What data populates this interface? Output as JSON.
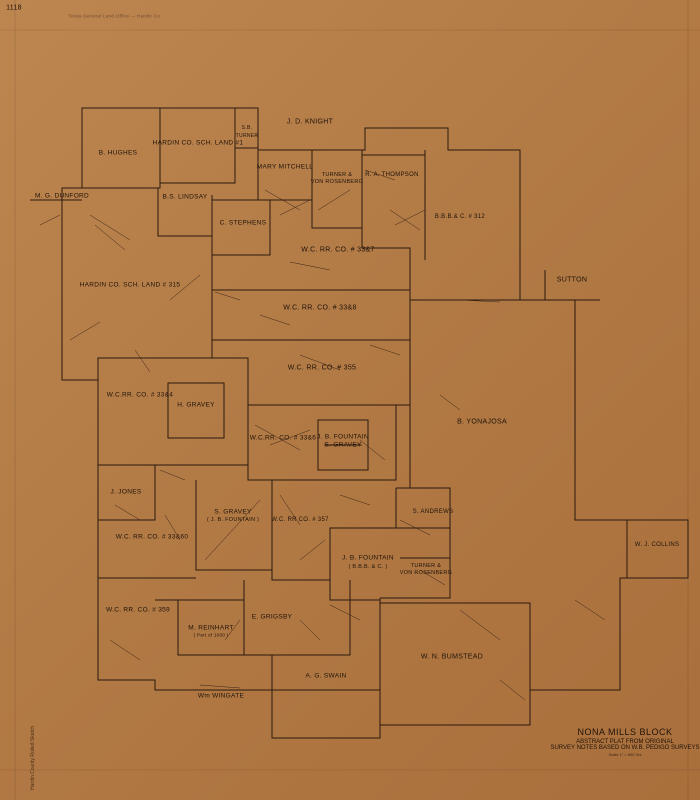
{
  "sheet_number": "1118",
  "header_note": "Texas General Land Office — Hardin Co.",
  "title": {
    "line1": "NONA MILLS BLOCK",
    "line2": "ABSTRACT PLAT FROM ORIGINAL",
    "line3": "SURVEY NOTES BASED ON W.B. PEDIGO SURVEYS",
    "line4": "Scale 1\" = 500 Vrs"
  },
  "margin_note": "Hardin County Rolled Sketch",
  "surveys": {
    "b_hughes": "B. HUGHES",
    "hardin_sch_1": "HARDIN CO. SCH. LAND #1",
    "sb_turner_1": "S.B.",
    "sb_turner_2": "TURNER",
    "jd_knight": "J. D. KNIGHT",
    "mg_dunford": "M. G. DUNFORD",
    "bs_lindsay": "B.S. LINDSAY",
    "mary_mitchell": "MARY MITCHELL",
    "turner_vr_1a": "TURNER &",
    "turner_vr_1b": "VON ROSENBERG",
    "ra_thompson": "R. A. THOMPSON",
    "bbb_312": "B.B.B.& C. # 312",
    "c_stephens": "C. STEPHENS",
    "wc_3357": "W.C. RR. CO. # 33&7",
    "hardin_sch_315": "HARDIN CO. SCH. LAND # 315",
    "sutton": "SUTTON",
    "wc_3358": "W.C. RR. CO. # 33&8",
    "wc_355": "W.C. RR. CO. # 355",
    "wc_3354": "W.C.RR. CO. # 33&4",
    "h_gravey": "H. GRAVEY",
    "wc_3356": "W.C.RR. CO. # 33&6",
    "jb_fountain_1a": "J. B. FOUNTAIN",
    "jb_fountain_1b": "S. GRAVEY",
    "b_yonajosa": "B. YONAJOSA",
    "j_jones": "J. JONES",
    "s_gravey_a": "S. GRAVEY",
    "s_gravey_b": "( J. B. FOUNTAIN )",
    "wc_357": "W.C. RR CO. # 357",
    "s_andrews": "S. ANDREWS",
    "wc_3360": "W.C. RR. CO. # 33&60",
    "wj_collins": "W. J. COLLINS",
    "jb_fountain_2a": "J. B. FOUNTAIN",
    "jb_fountain_2b": "( B.B.B. & C. )",
    "turner_vr_2a": "TURNER &",
    "turner_vr_2b": "VON ROSENBERG",
    "wc_359": "W.C. RR. CO. # 359",
    "e_grigsby": "E. GRIGSBY",
    "m_reinhart_a": "M. REINHART",
    "m_reinhart_b": "( Part of 1060 )",
    "wn_bumstead": "W. N. BUMSTEAD",
    "ag_swain": "A. G. SWAIN",
    "wm_wingate": "Wm WINGATE"
  }
}
